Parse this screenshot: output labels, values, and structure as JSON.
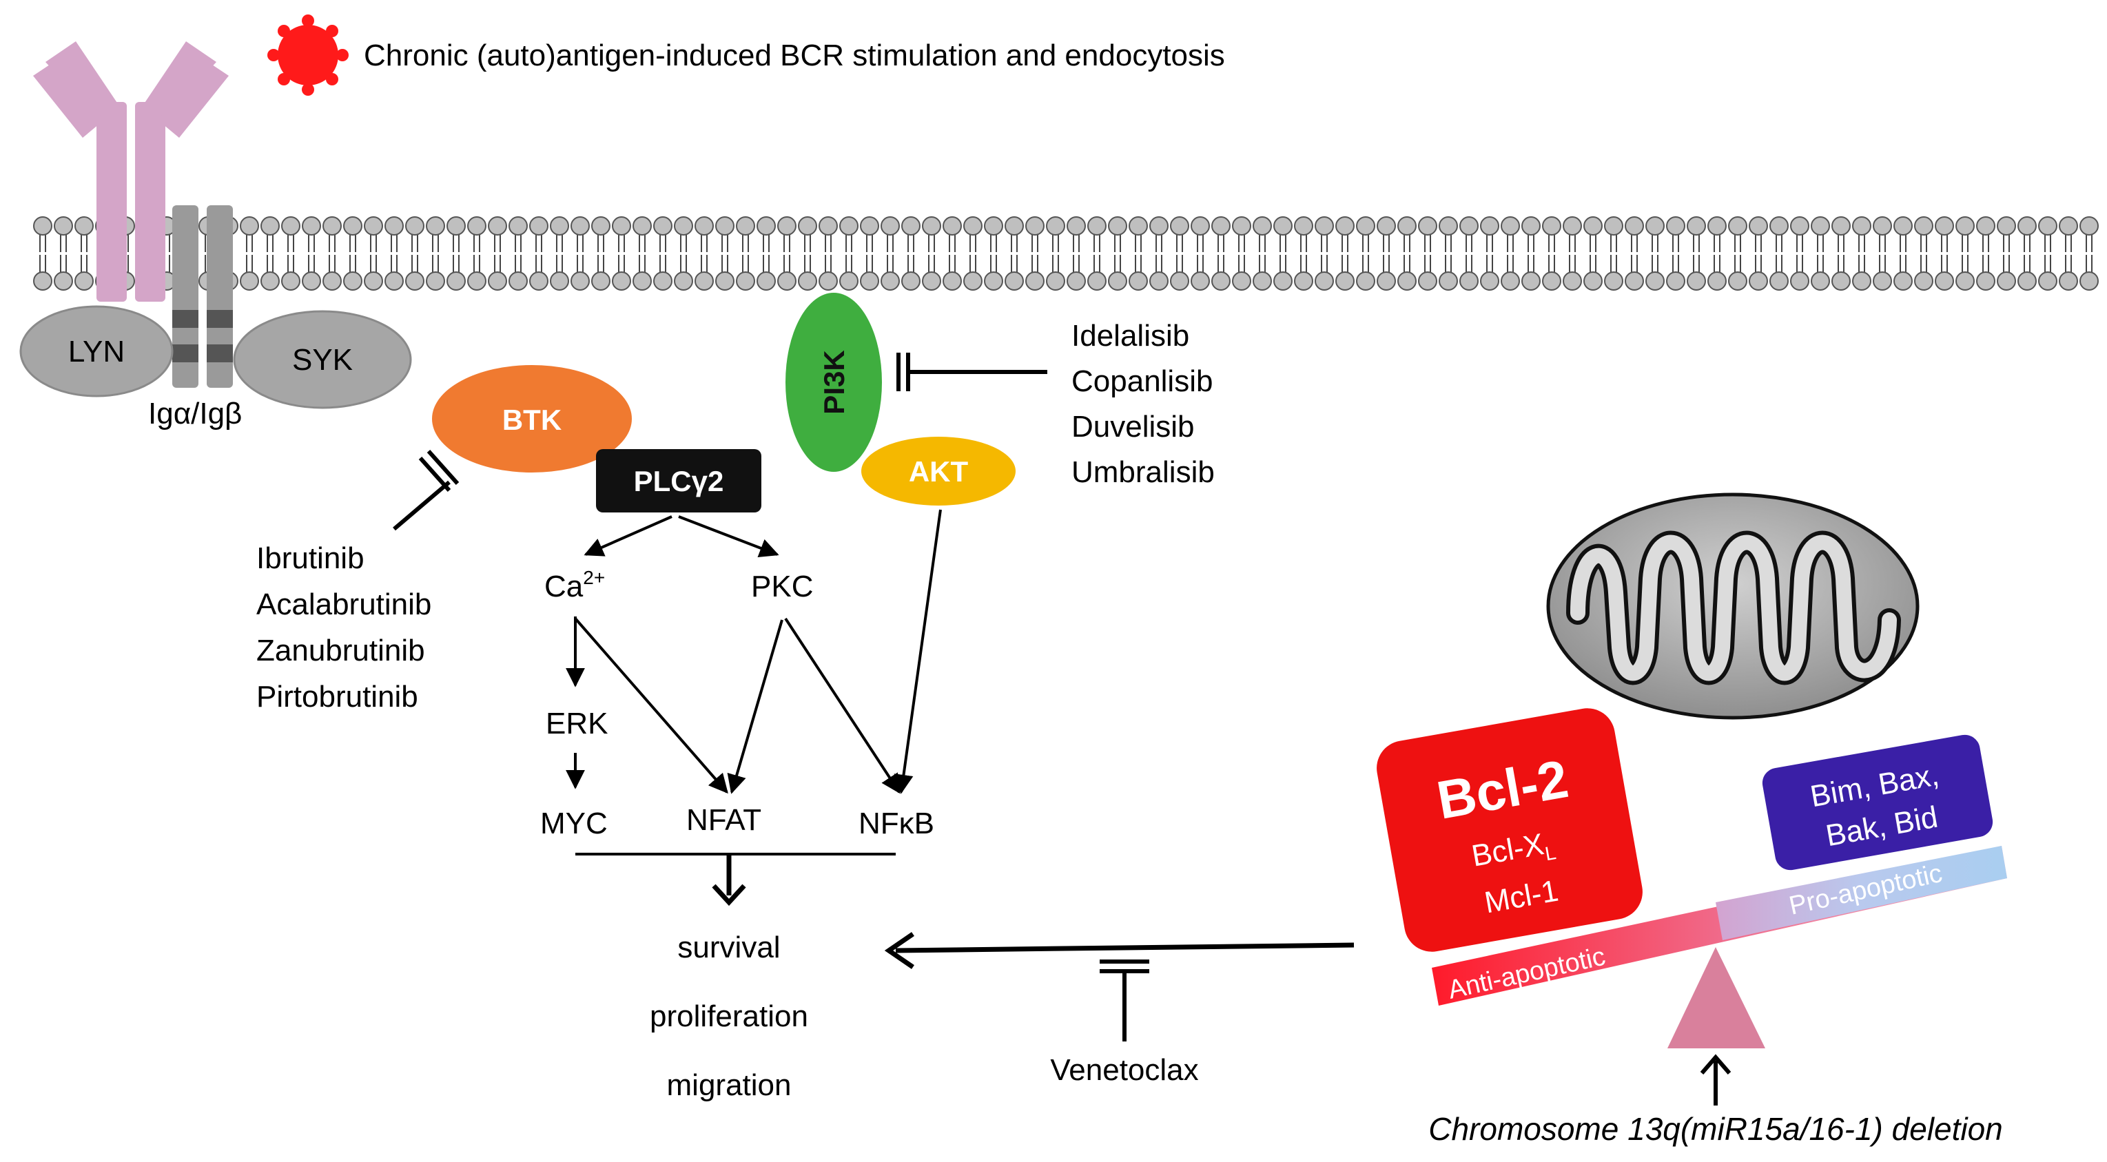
{
  "title": "Chronic (auto)antigen-induced BCR stimulation and endocytosis",
  "receptor": {
    "lyn": "LYN",
    "syk": "SYK",
    "igab": "Igα/Igβ"
  },
  "kinases": {
    "btk": "BTK",
    "plcg2": "PLCγ2",
    "pi3k": "PI3K",
    "akt": "AKT"
  },
  "mediators": {
    "ca": "Ca",
    "ca_sup": "2+",
    "pkc": "PKC",
    "erk": "ERK",
    "myc": "MYC",
    "nfat": "NFAT",
    "nfkb": "NFκB"
  },
  "outcomes": [
    "survival",
    "proliferation",
    "migration"
  ],
  "btk_inhibitors": [
    "Ibrutinib",
    "Acalabrutinib",
    "Zanubrutinib",
    "Pirtobrutinib"
  ],
  "pi3k_inhibitors": [
    "Idelalisib",
    "Copanlisib",
    "Duvelisib",
    "Umbralisib"
  ],
  "bcl2_inhibitor": "Venetoclax",
  "anti_apoptotic": {
    "main": "Bcl-2",
    "line1": "Bcl-X",
    "line1_sub": "L",
    "line2": "Mcl-1",
    "label": "Anti-apoptotic"
  },
  "pro_apoptotic": {
    "line1": "Bim, Bax,",
    "line2": "Bak, Bid",
    "label": "Pro-apoptotic"
  },
  "deletion": "Chromosome 13q(miR15a/16-1) deletion",
  "colors": {
    "antigen": "#ff1a1a",
    "antibody": "#d4a5c8",
    "membrane": "#bfbfbf",
    "lyn_syk": "#a6a6a6",
    "btk": "#f07a30",
    "plc": "#111111",
    "pi3k": "#3fae3f",
    "akt": "#f5b800",
    "bcl2": "#ee1111",
    "pro": "#3a1fa6",
    "fulcrum": "#d9809c"
  }
}
